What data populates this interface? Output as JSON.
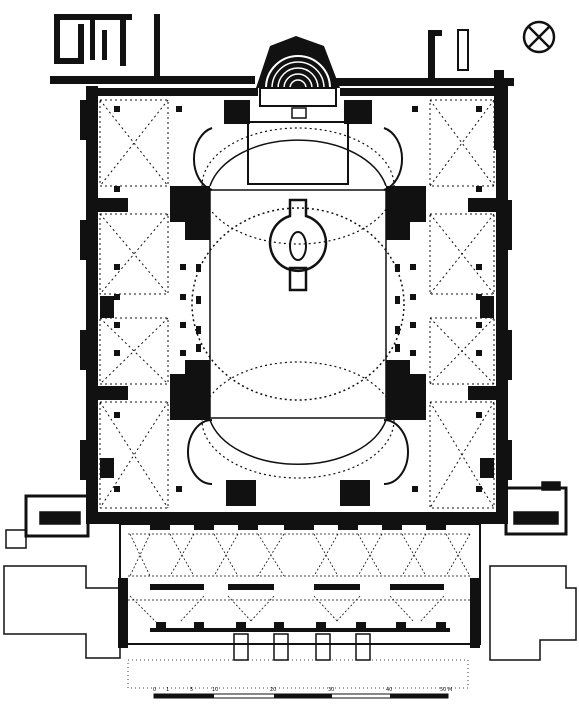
{
  "figure": {
    "kind": "architectural-floor-plan",
    "ink_color": "#111111",
    "paper_color": "#ffffff",
    "icons": [
      "north-arrow-icon",
      "scale-bar"
    ]
  },
  "scale_bar": {
    "ticks": [
      "0",
      "1",
      "5",
      "10",
      "20",
      "30",
      "40",
      "50 M"
    ]
  }
}
